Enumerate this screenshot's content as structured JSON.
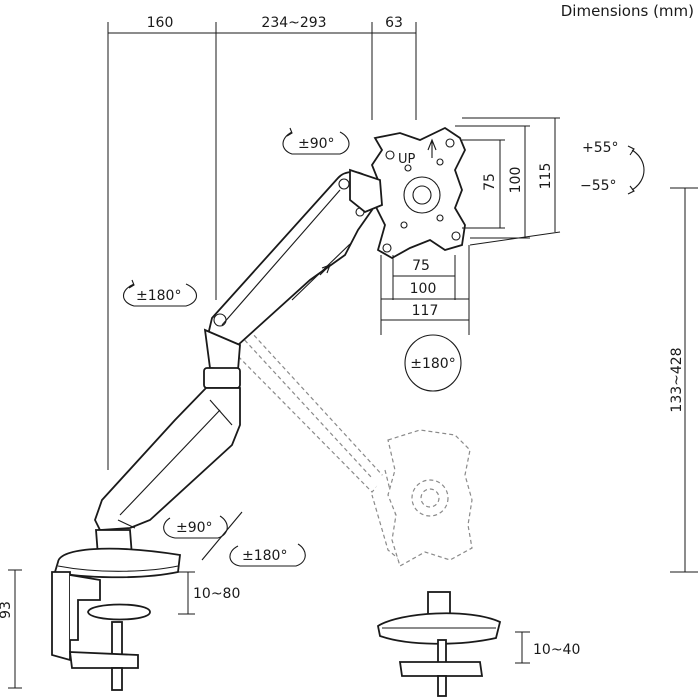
{
  "title": "Dimensions (mm)",
  "dimensions": {
    "top_segment_1": "160",
    "top_segment_2": "234~293",
    "top_segment_3": "63",
    "vesa_h_75": "75",
    "vesa_h_100": "100",
    "vesa_h_117": "117",
    "vesa_v_75": "75",
    "vesa_v_100": "100",
    "vesa_v_115": "115",
    "height_range": "133~428",
    "clamp_height": "93",
    "desk_clamp_range": "10~80",
    "grommet_range": "10~40"
  },
  "rotations": {
    "head_rotate": "±90°",
    "tilt_up": "+55°",
    "tilt_down": "−55°",
    "elbow_swivel": "±180°",
    "screen_rotate": "±180°",
    "base_rotate_90": "±90°",
    "base_rotate_180": "±180°"
  },
  "colors": {
    "line": "#1a1a1a",
    "ghost": "#8a8a8a"
  }
}
